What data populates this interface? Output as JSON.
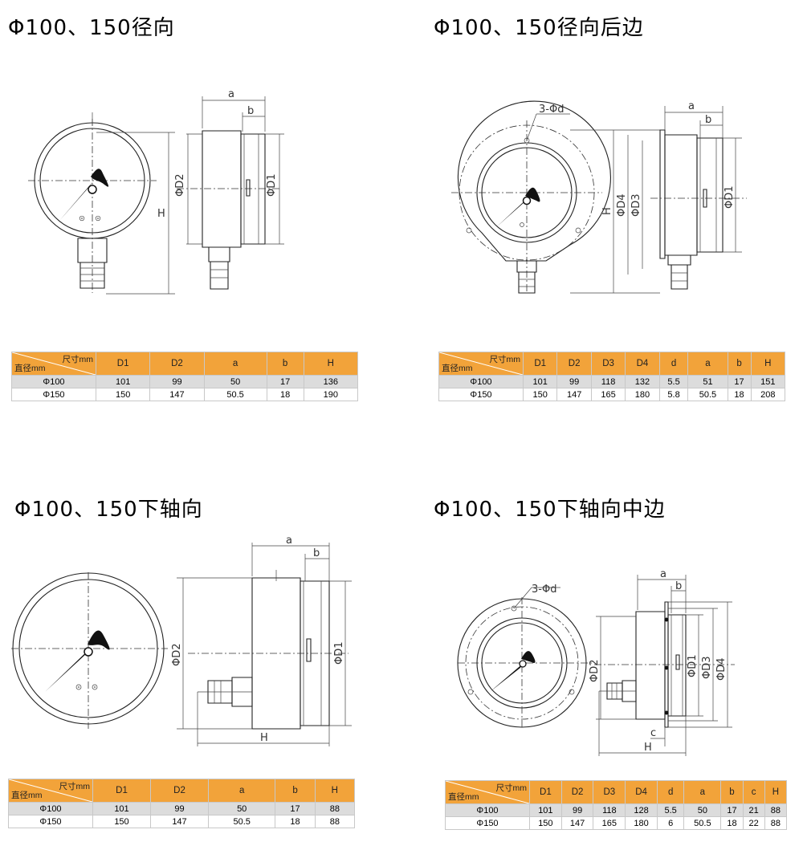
{
  "sections": [
    {
      "title": "Φ100、150径向",
      "labels": [
        "a",
        "b",
        "H",
        "ΦD2",
        "ΦD1"
      ],
      "table": {
        "corner_top": "尺寸mm",
        "corner_bottom": "直径mm",
        "columns": [
          "D1",
          "D2",
          "a",
          "b",
          "H"
        ],
        "rows": [
          [
            "Φ100",
            "101",
            "99",
            "50",
            "17",
            "136"
          ],
          [
            "Φ150",
            "150",
            "147",
            "50.5",
            "18",
            "190"
          ]
        ]
      }
    },
    {
      "title": "Φ100、150径向后边",
      "labels": [
        "3-Φd",
        "a",
        "b",
        "H",
        "ΦD4",
        "ΦD3",
        "ΦD1"
      ],
      "table": {
        "corner_top": "尺寸mm",
        "corner_bottom": "直径mm",
        "columns": [
          "D1",
          "D2",
          "D3",
          "D4",
          "d",
          "a",
          "b",
          "H"
        ],
        "rows": [
          [
            "Φ100",
            "101",
            "99",
            "118",
            "132",
            "5.5",
            "51",
            "17",
            "151"
          ],
          [
            "Φ150",
            "150",
            "147",
            "165",
            "180",
            "5.8",
            "50.5",
            "18",
            "208"
          ]
        ]
      }
    },
    {
      "title": "Φ100、150下轴向",
      "labels": [
        "a",
        "b",
        "ΦD2",
        "ΦD1",
        "H"
      ],
      "table": {
        "corner_top": "尺寸mm",
        "corner_bottom": "直径mm",
        "columns": [
          "D1",
          "D2",
          "a",
          "b",
          "H"
        ],
        "rows": [
          [
            "Φ100",
            "101",
            "99",
            "50",
            "17",
            "88"
          ],
          [
            "Φ150",
            "150",
            "147",
            "50.5",
            "18",
            "88"
          ]
        ]
      }
    },
    {
      "title": "Φ100、150下轴向中边",
      "labels": [
        "3-Φd",
        "a",
        "b",
        "ΦD2",
        "ΦD1",
        "ΦD3",
        "ΦD4",
        "c",
        "H"
      ],
      "table": {
        "corner_top": "尺寸mm",
        "corner_bottom": "直径mm",
        "columns": [
          "D1",
          "D2",
          "D3",
          "D4",
          "d",
          "a",
          "b",
          "c",
          "H"
        ],
        "rows": [
          [
            "Φ100",
            "101",
            "99",
            "118",
            "128",
            "5.5",
            "50",
            "17",
            "21",
            "88"
          ],
          [
            "Φ150",
            "150",
            "147",
            "165",
            "180",
            "6",
            "50.5",
            "18",
            "22",
            "88"
          ]
        ]
      }
    }
  ]
}
